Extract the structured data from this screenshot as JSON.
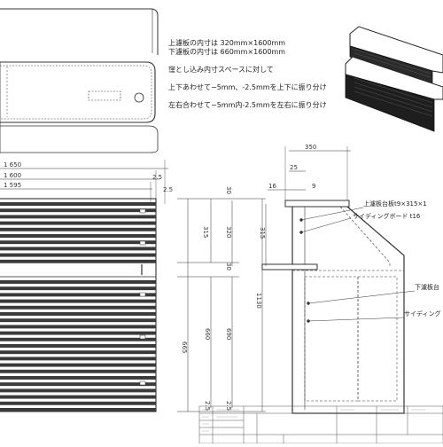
{
  "notes": [
    "上濾板の内寸は 320mm×1600mm",
    "下濾板の内寸は 660mm×1600mm",
    "窪とし込み内寸スペースに対して",
    "上下あわせて−5mm、-2.5mmを上下に振り分け",
    "左右合わせて−5mm内-2.5mmを左右に振り分け"
  ],
  "front_view": {
    "widths": [
      "1 650",
      "1 600",
      "1 595"
    ],
    "top_dims": [
      "2.5",
      "2.5",
      "30"
    ],
    "height_dims": [
      "315",
      "320",
      "30",
      "665",
      "660",
      "690",
      "1130",
      "2.5",
      "2.5"
    ]
  },
  "side_view": {
    "dims": [
      "350",
      "25",
      "16",
      "9",
      "315"
    ],
    "labels": [
      "上濾板台板t9×315×1",
      "サイディングボード t16",
      "下濾板台",
      "サイディング"
    ]
  }
}
